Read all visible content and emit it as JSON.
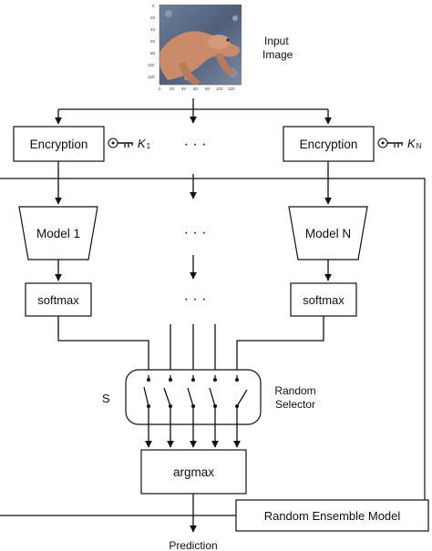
{
  "input": {
    "caption_line1": "Input",
    "caption_line2": "Image",
    "x_ticks": [
      "0",
      "20",
      "40",
      "60",
      "80",
      "100",
      "120"
    ],
    "y_ticks": [
      "0",
      "20",
      "40",
      "60",
      "80",
      "100",
      "120"
    ]
  },
  "branch_left": {
    "encryption": "Encryption",
    "key_symbol": "K",
    "key_subscript": "1",
    "model": "Model 1",
    "softmax": "softmax"
  },
  "branch_right": {
    "encryption": "Encryption",
    "key_symbol": "K",
    "key_subscript": "N",
    "model": "Model N",
    "softmax": "softmax"
  },
  "ellipsis": "· · ·",
  "selector": {
    "label": "S",
    "caption_line1": "Random",
    "caption_line2": "Selector"
  },
  "argmax": "argmax",
  "ensemble_label": "Random Ensemble Model",
  "output": "Prediction",
  "icons": {
    "key": "key-icon",
    "input_image": "salamander-image"
  },
  "colors": {
    "line": "#111111",
    "salamander": "#c98b6a",
    "background_rock": "#5b6e88"
  }
}
